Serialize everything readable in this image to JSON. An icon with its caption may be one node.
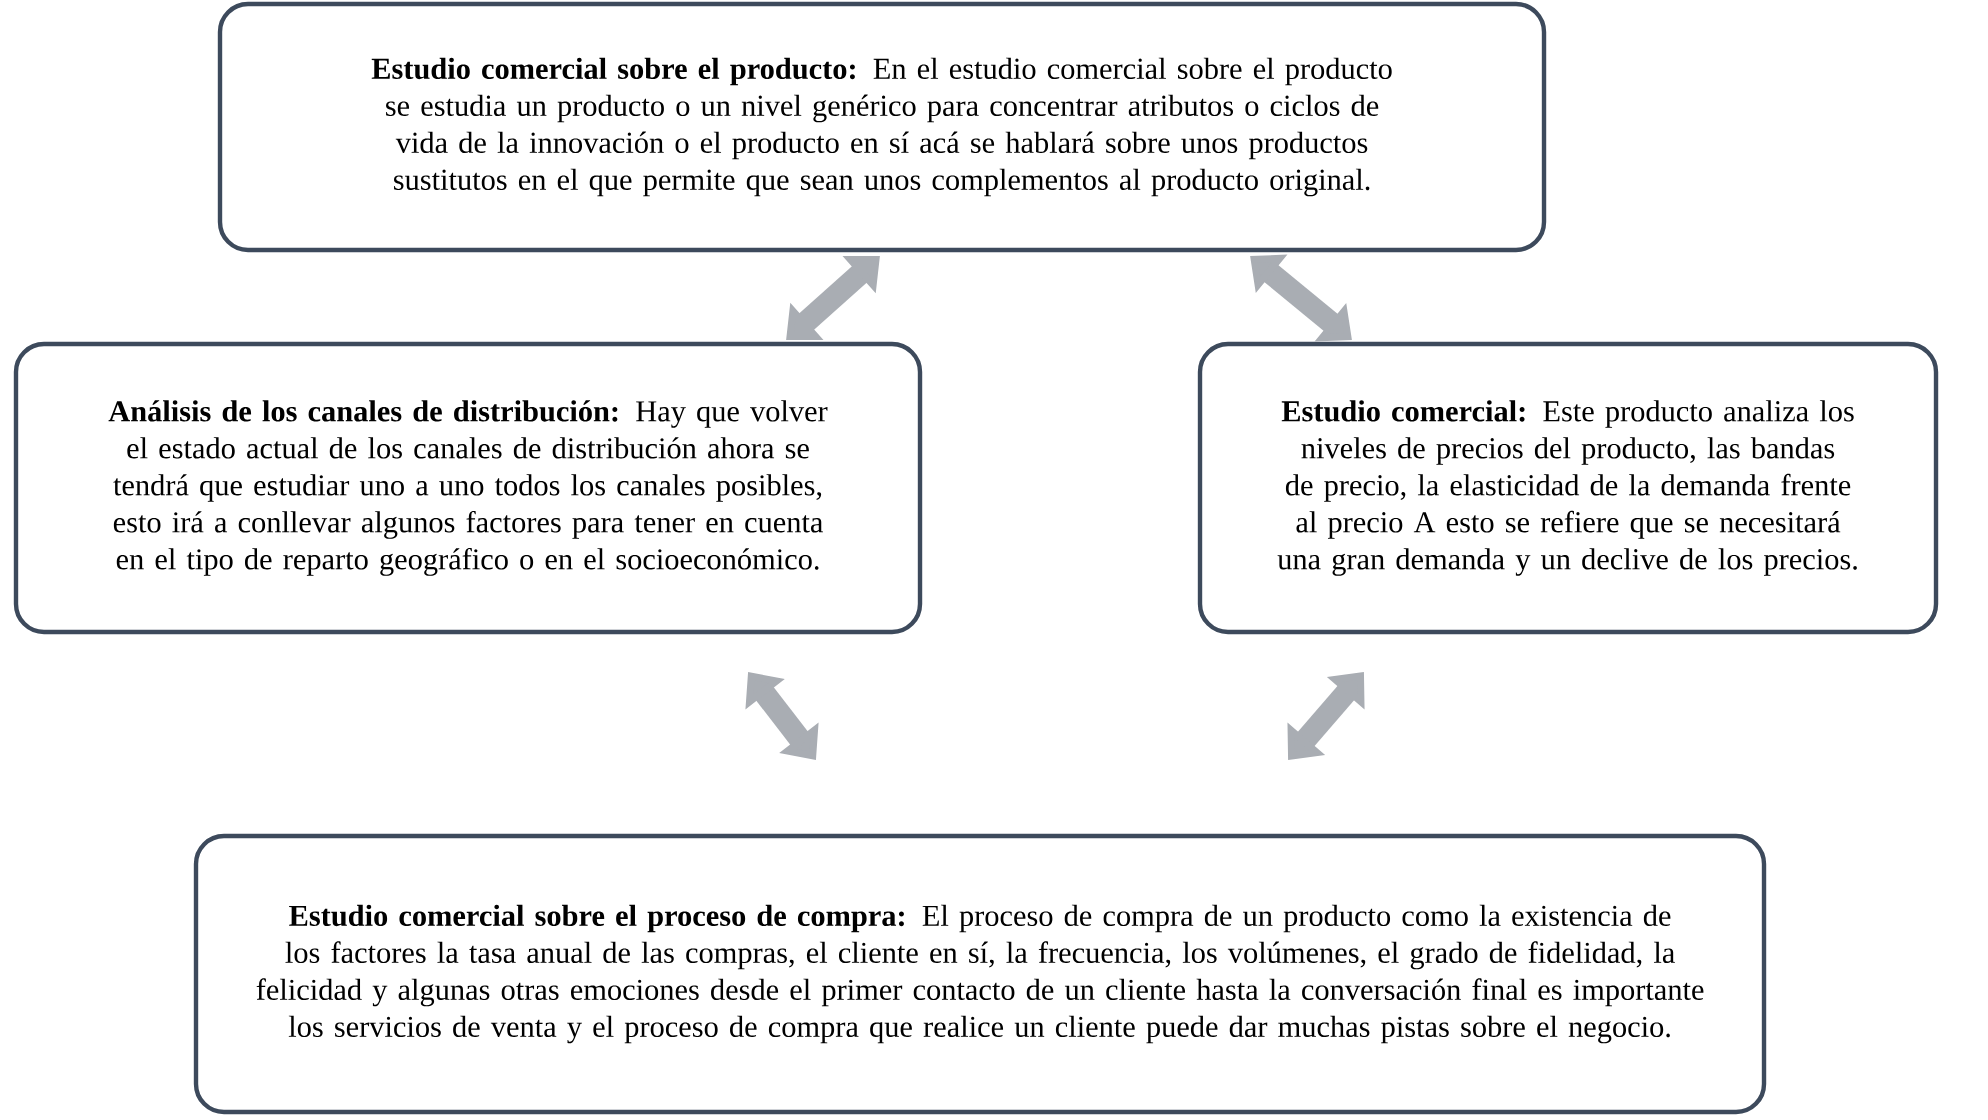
{
  "diagram": {
    "nodes": [
      {
        "text": [
          "**Estudio comercial sobre el producto:** En el estudio comercial sobre el producto se estudia un producto o un nivel genérico para concentrar atributos o ciclos de vida de la innovación o el producto en sí acá se hablará sobre unos productos sustitutos en el que permite que sean unos complementos al producto original."
        ]
      },
      {
        "text": [
          "**Análisis de los canales de distribución:** Hay que volver el estado actual de los canales de distribución ahora se tendrá que estudiar uno a uno todos los canales posibles, esto irá a conllevar algunos factores para tener en cuenta en el tipo de reparto geográfico o en el socioeconómico."
        ]
      },
      {
        "text": [
          "**Estudio comercial:** Este producto analiza los niveles de precios del producto, las bandas de precio, la elasticidad de la demanda frente al precio A esto se refiere que se necesitará una gran demanda y un declive de los precios."
        ]
      },
      {
        "text": [
          "**Estudio comercial sobre el proceso de compra:** El proceso de compra de un producto como la existencia de los factores la tasa anual de las compras, el cliente en sí, la frecuencia, los volúmenes, el grado de fidelidad, la felicidad y algunas otras emociones desde el primer contacto de un cliente hasta la conversación final es importante los servicios de venta y el proceso de compra que realice un cliente puede dar muchas pistas sobre el negocio."
        ]
      }
    ],
    "edges": [
      {
        "from": 0,
        "to": 1,
        "arrow": "both"
      },
      {
        "from": 0,
        "to": 2,
        "arrow": "both"
      },
      {
        "from": 1,
        "to": 3,
        "arrow": "both"
      },
      {
        "from": 2,
        "to": 3,
        "arrow": "both"
      }
    ]
  }
}
